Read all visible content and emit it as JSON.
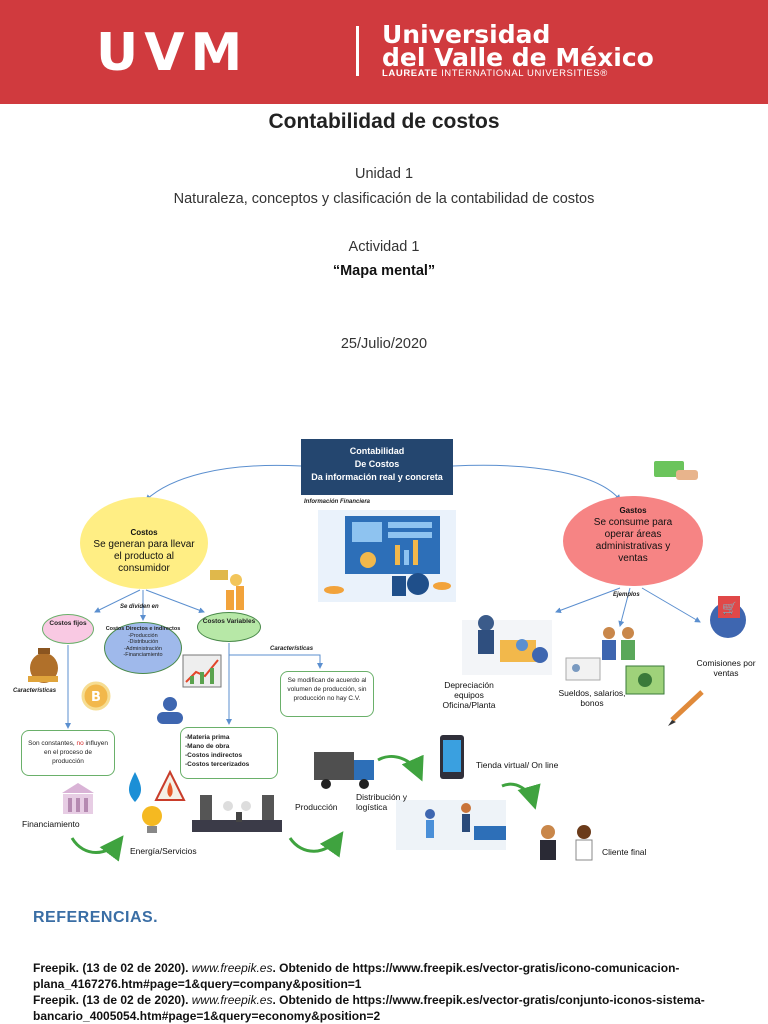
{
  "banner": {
    "logo": "UVM",
    "name_line1": "Universidad",
    "name_line2": "del Valle de México",
    "laureate_bold": "LAUREATE",
    "laureate_rest": " INTERNATIONAL UNIVERSITIES®",
    "bg_color": "#d03a3e"
  },
  "cover": {
    "title": "Contabilidad de costos",
    "unit": "Unidad 1",
    "unit_subtitle": "Naturaleza, conceptos y clasificación de la contabilidad de costos",
    "activity": "Actividad 1",
    "activity_title": "“Mapa mental”",
    "date": "25/Julio/2020"
  },
  "mindmap": {
    "top_line1": "Contabilidad",
    "top_line2": "De Costos",
    "top_line3": "Da información real y concreta",
    "top_caption": "Información Financiera",
    "costos_title": "Costos",
    "costos_text": "Se generan para llevar el producto al consumidor",
    "gastos_title": "Gastos",
    "gastos_text": "Se consume para operar áreas administrativas y ventas",
    "se_dividen": "Se dividen en",
    "ejemplos": "Ejemplos",
    "fijos": "Costos fijos",
    "directos_title": "Costos Directos e indirectos",
    "directos_items": [
      "-Producción",
      "-Distribución",
      "-Administración",
      "-Financiamiento"
    ],
    "variables": "Costos Variables",
    "caracteristicas_left": "Características",
    "caracteristicas_right": "Características",
    "variables_box": "Se modifican de acuerdo al volumen de producción, sin producción no hay C.V.",
    "fijos_box_a": "Son constantes, ",
    "fijos_box_no": "no",
    "fijos_box_b": " influyen en el proceso de producción",
    "variables_list": [
      "-Materia prima",
      "-Mano de obra",
      "-Costos indirectos",
      "-Costos tercerizados"
    ],
    "depreciacion": "Depreciación equipos Oficina/Planta",
    "sueldos": "Sueldos, salarios, bonos",
    "comisiones": "Comisiones por ventas",
    "financiamiento": "Financiamiento",
    "energia": "Energía/Servicios",
    "produccion": "Producción",
    "distribucion": "Distribución y logística",
    "tienda": "Tienda virtual/ On line",
    "cliente": "Cliente final"
  },
  "references": {
    "heading": "REFERENCIAS.",
    "items": [
      {
        "author": "Freepik. (13 de 02 de 2020). ",
        "site": "www.freepik.es",
        "text": ". Obtenido de https://www.freepik.es/vector-gratis/icono-comunicacion-plana_4167276.htm#page=1&query=company&position=1"
      },
      {
        "author": "Freepik. (13 de 02 de 2020). ",
        "site": "www.freepik.es",
        "text": ". Obtenido de https://www.freepik.es/vector-gratis/conjunto-iconos-sistema-bancario_4005054.htm#page=1&query=economy&position=2"
      }
    ]
  }
}
